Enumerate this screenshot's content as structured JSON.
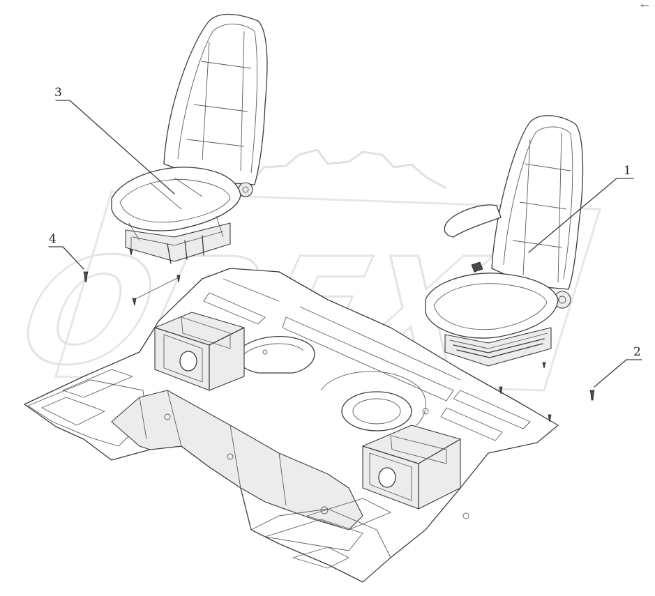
{
  "diagram": {
    "callouts": [
      {
        "id": "1",
        "label": "1"
      },
      {
        "id": "2",
        "label": "2"
      },
      {
        "id": "3",
        "label": "3"
      },
      {
        "id": "4",
        "label": "4"
      }
    ],
    "watermark": "OREX"
  },
  "colors": {
    "line": "#3a3a3a",
    "watermark": "#dcdcdc",
    "background": "#ffffff"
  }
}
